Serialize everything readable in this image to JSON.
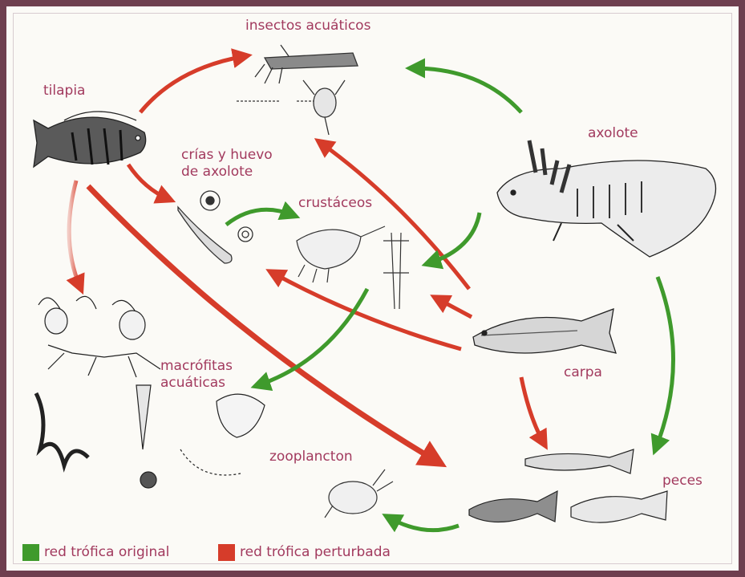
{
  "colors": {
    "label": "#a23a5e",
    "original": "#3f9a2c",
    "perturbed": "#d63c2a",
    "frame": "#6e3f4f"
  },
  "nodes": {
    "insectos": "insectos acuáticos",
    "tilapia": "tilapia",
    "crias": "crías y huevo\nde axolote",
    "crustaceos": "crustáceos",
    "axolote": "axolote",
    "macrofitas": "macrófitas\nacuáticas",
    "carpa": "carpa",
    "zooplancton": "zooplancton",
    "peces": "peces"
  },
  "legend": {
    "original": "red trófica original",
    "perturbed": "red trófica perturbada"
  }
}
